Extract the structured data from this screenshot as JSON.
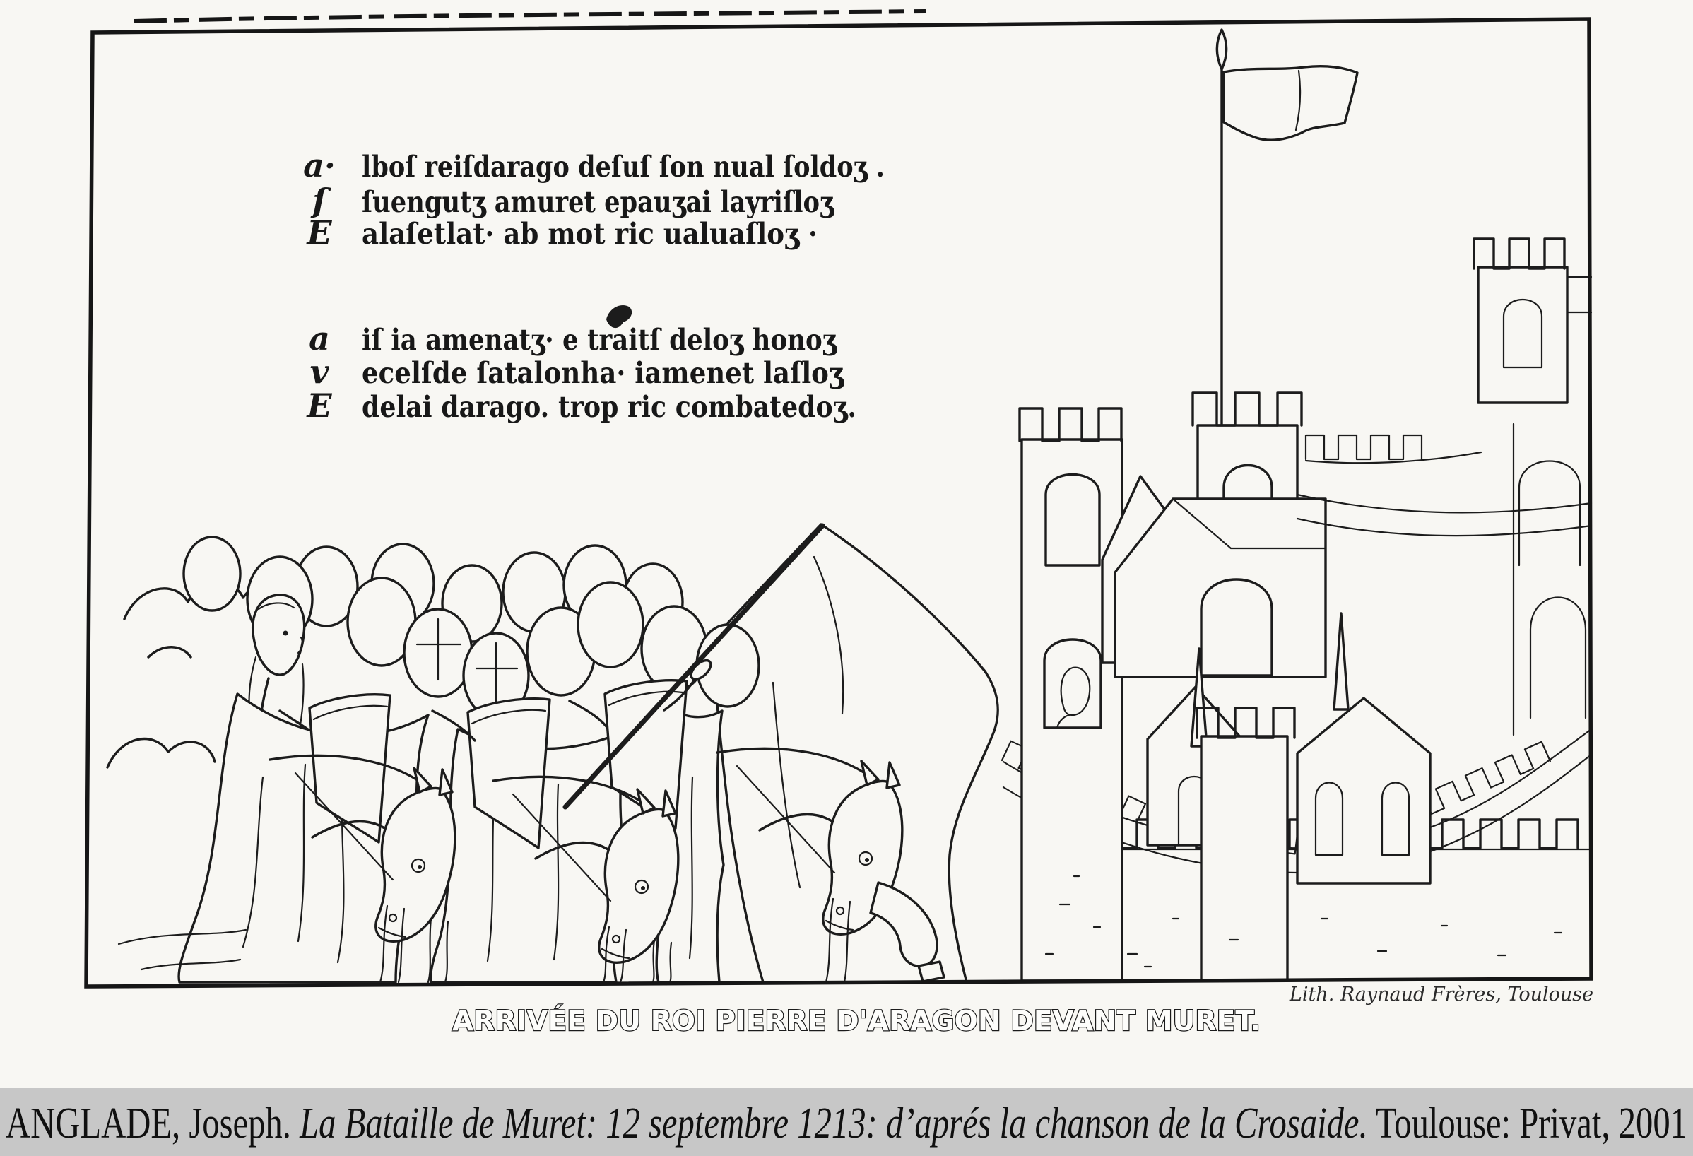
{
  "colors": {
    "paper": "#f8f7f3",
    "ink": "#1c1c1c",
    "citation_bar_bg": "#c7c7c7"
  },
  "plate": {
    "manuscript": {
      "stanza1": [
        {
          "initial": "a·",
          "text": "lboſ reiſdarago deſuſ ſon nual ſoldoʒ ."
        },
        {
          "initial": "ſ",
          "text": "ſuengutʒ amuret epauʒai layriſloʒ"
        },
        {
          "initial": "E",
          "text": "alaſetlat· ab mot ric ualuaſloʒ ·"
        }
      ],
      "stanza2": [
        {
          "initial": "a",
          "text": "iſ ia amenatʒ· e traitſ deloʒ honoʒ"
        },
        {
          "initial": "v",
          "text": "ecelſde ſatalonha· iamenet laſloʒ"
        },
        {
          "initial": "E",
          "text": "delai darago. trop ric combatedoʒ."
        }
      ]
    },
    "caption": "ARRIVÉE DU ROI PIERRE D'ARAGON DEVANT MURET.",
    "credit": "Lith. Raynaud Frères, Toulouse"
  },
  "citation": {
    "author": "ANGLADE, Joseph. ",
    "title": "La Bataille de Muret: 12 septembre 1213: d’aprés la chanson de la Crosaide.",
    "tail": " Toulouse: Privat, 2001"
  }
}
